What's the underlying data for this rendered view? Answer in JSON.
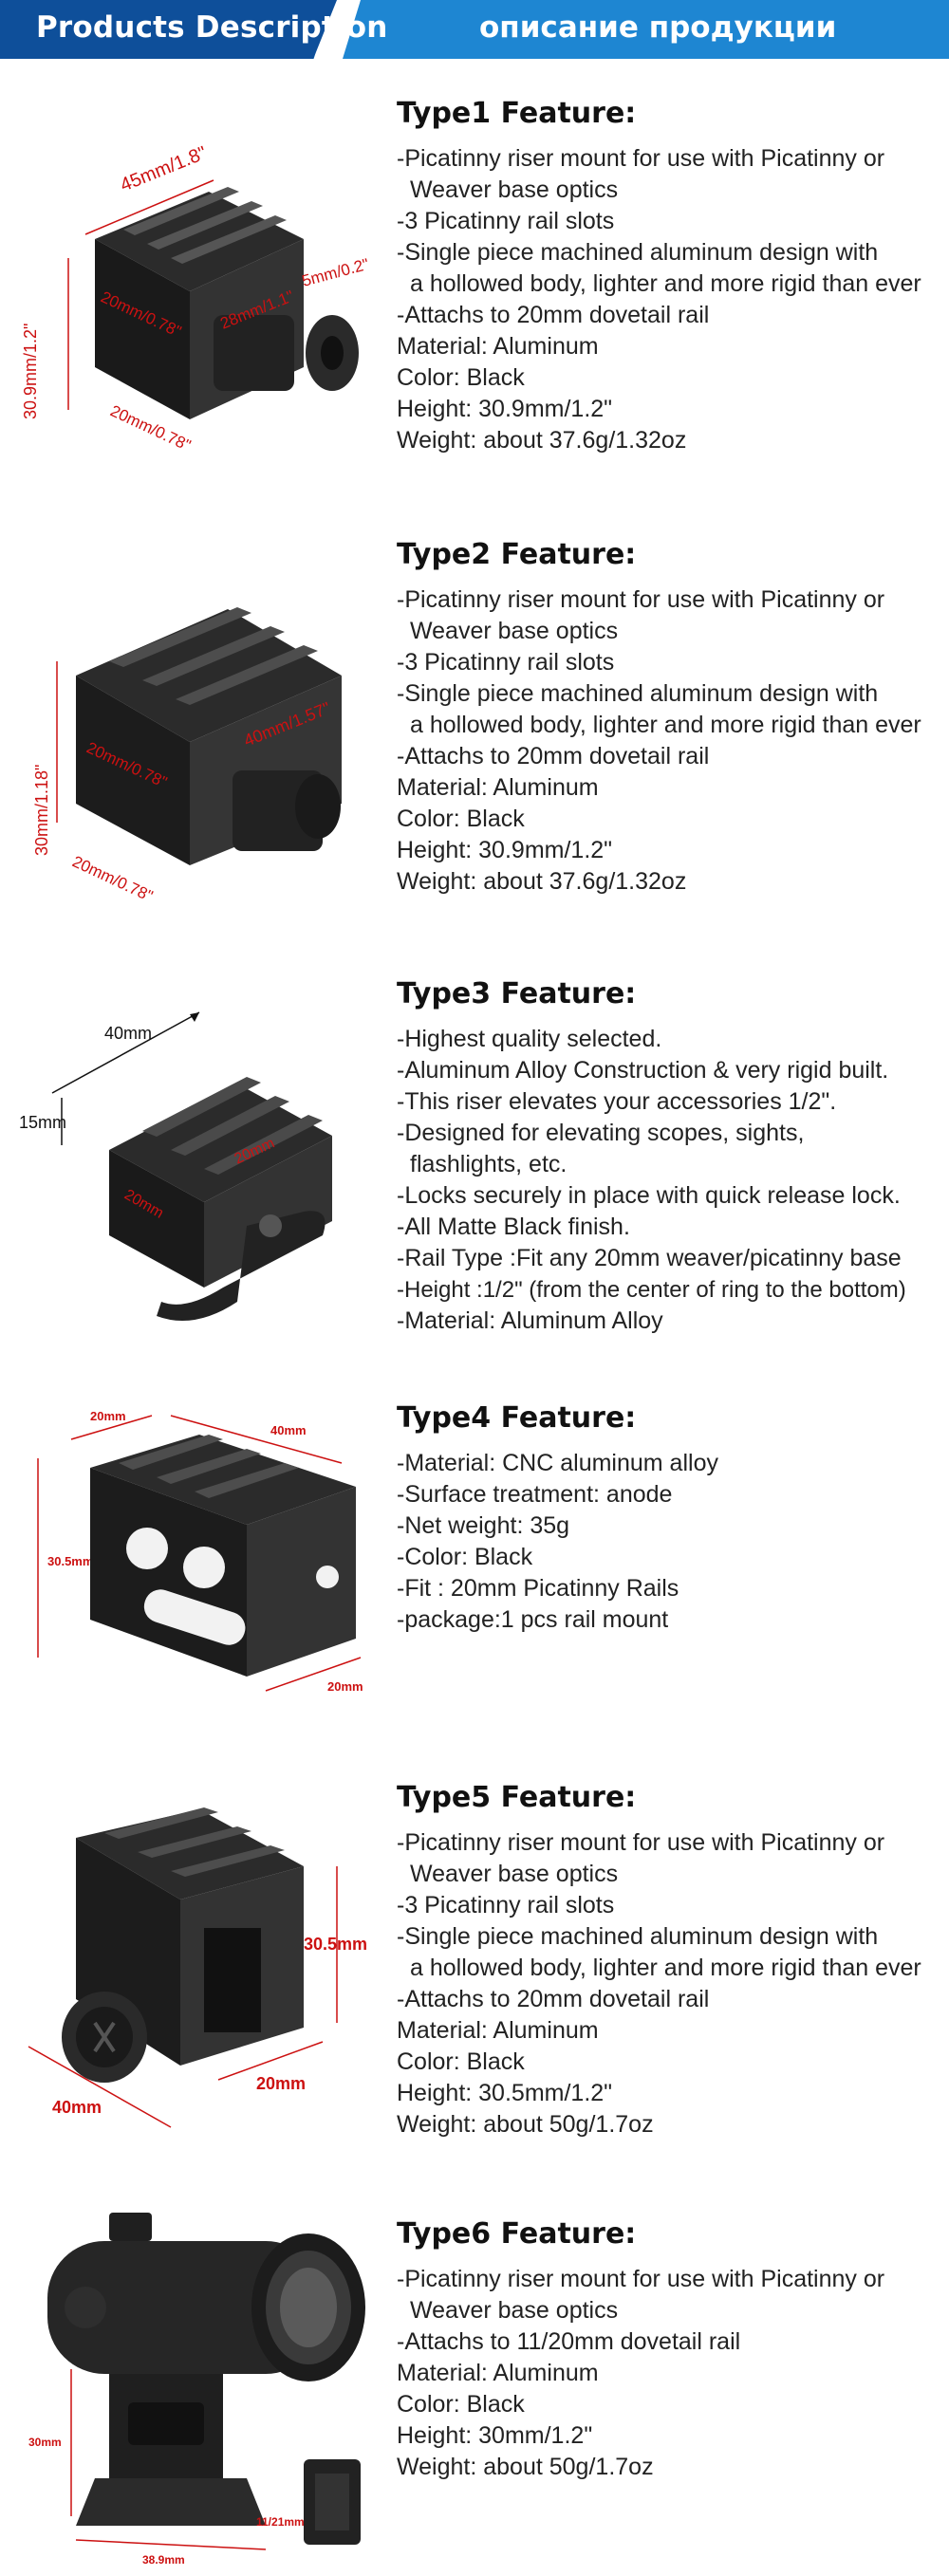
{
  "banner": {
    "left_title": "Products Description",
    "right_title": "описание продукции",
    "colors": {
      "left": "#0e4f9a",
      "right": "#1e86d2"
    }
  },
  "types": [
    {
      "heading": "Type1 Feature:",
      "lines": [
        "-Picatinny riser mount for use with Picatinny or",
        " Weaver base optics",
        "-3 Picatinny rail slots",
        "-Single piece machined aluminum design with",
        "  a hollowed body, lighter and more rigid than ever",
        "-Attachs to 20mm dovetail rail",
        "Material: Aluminum",
        "Color: Black",
        "Height: 30.9mm/1.2\"",
        "Weight: about 37.6g/1.32oz"
      ],
      "dims": [
        "45mm/1.8\"",
        "5mm/0.2\"",
        "20mm/0.78\"",
        "28mm/1.1\"",
        "30.9mm/1.2\"",
        "20mm/0.78\""
      ]
    },
    {
      "heading": "Type2 Feature:",
      "lines": [
        "-Picatinny riser mount for use with Picatinny or",
        "  Weaver base optics",
        "-3 Picatinny rail slots",
        "-Single piece machined aluminum design with",
        "  a hollowed body, lighter and more rigid than ever",
        "-Attachs to 20mm dovetail rail",
        "Material: Aluminum",
        "Color: Black",
        "Height: 30.9mm/1.2\"",
        "Weight: about 37.6g/1.32oz"
      ],
      "dims": [
        "40mm/1.57\"",
        "20mm/0.78\"",
        "30mm/1.18\"",
        "20mm/0.78\""
      ]
    },
    {
      "heading": "Type3 Feature:",
      "lines": [
        "-Highest quality selected.",
        "-Aluminum Alloy Construction & very rigid built.",
        "-This riser elevates your accessories 1/2\".",
        "-Designed for elevating scopes, sights,",
        " flashlights, etc.",
        "-Locks securely in place with quick release lock.",
        "-All Matte Black finish.",
        "-Rail Type :Fit any 20mm weaver/picatinny base",
        "-Height :1/2\" (from the center of ring to the bottom)",
        "-Material: Aluminum Alloy"
      ],
      "dims": [
        "40mm",
        "15mm",
        "20mm",
        "20mm"
      ]
    },
    {
      "heading": "Type4 Feature:",
      "lines": [
        "-Material: CNC aluminum alloy",
        "-Surface treatment: anode",
        "-Net weight: 35g",
        "-Color: Black",
        "-Fit : 20mm Picatinny Rails",
        "-package:1 pcs rail mount"
      ],
      "dims": [
        "20mm",
        "40mm",
        "30.5mm",
        "20mm"
      ]
    },
    {
      "heading": "Type5 Feature:",
      "lines": [
        "-Picatinny riser mount for use with Picatinny or",
        "  Weaver base optics",
        "-3 Picatinny rail slots",
        "-Single piece machined aluminum design with",
        "  a hollowed body, lighter and more rigid than ever",
        "-Attachs to 20mm dovetail rail",
        "Material: Aluminum",
        "Color: Black",
        "Height: 30.5mm/1.2\"",
        "Weight: about 50g/1.7oz"
      ],
      "dims": [
        "30.5mm",
        "20mm",
        "40mm"
      ]
    },
    {
      "heading": "Type6 Feature:",
      "lines": [
        "-Picatinny riser mount for use with Picatinny or",
        "  Weaver base optics",
        "-Attachs to 11/20mm dovetail rail",
        "Material: Aluminum",
        "Color: Black",
        "Height: 30mm/1.2\"",
        "Weight: about 50g/1.7oz"
      ],
      "dims": [
        "30mm",
        "38.9mm",
        "11/21mm"
      ]
    }
  ]
}
